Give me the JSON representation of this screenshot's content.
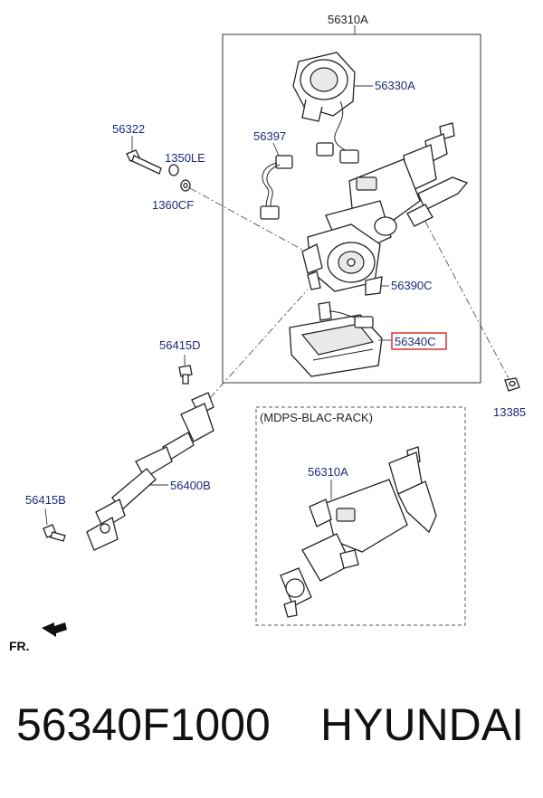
{
  "labels": {
    "l_56310a_top": "56310A",
    "l_56330a": "56330A",
    "l_56322": "56322",
    "l_1350le": "1350LE",
    "l_1360cf": "1360CF",
    "l_56397": "56397",
    "l_56390c": "56390C",
    "l_56340c": "56340C",
    "l_56415d": "56415D",
    "l_13385": "13385",
    "l_mdps": "(MDPS-BLAC-RACK)",
    "l_56310a_inset": "56310A",
    "l_56400b": "56400B",
    "l_56415b": "56415B",
    "l_fr": "FR."
  },
  "caption": {
    "part_number": "56340F1000",
    "brand": "HYUNDAI"
  },
  "colors": {
    "label_text": "#1c2a7a",
    "highlight_box": "#e0302f"
  }
}
